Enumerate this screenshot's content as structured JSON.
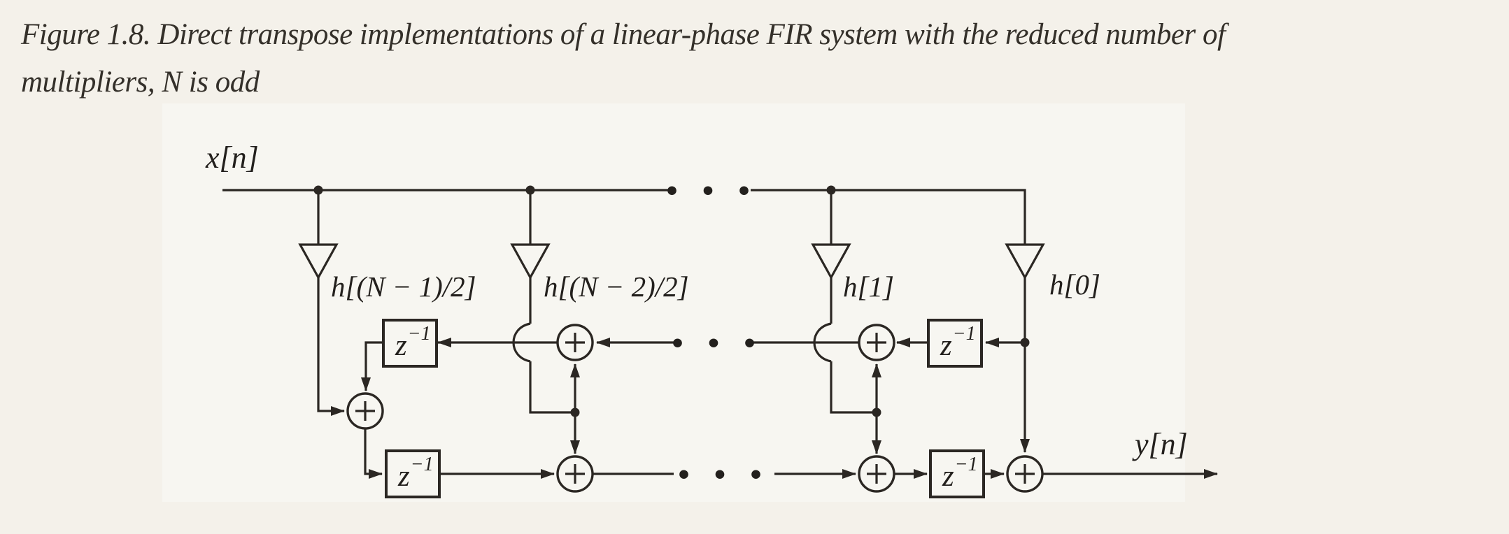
{
  "figure": {
    "caption_line1": "Figure 1.8. Direct transpose implementations of a linear-phase FIR system with the reduced number of",
    "caption_line2": "multipliers, N is odd"
  },
  "diagram": {
    "input_label": "x[n]",
    "output_label": "y[n]",
    "ellipsis": "• • •",
    "coefficients": [
      "h[(N − 1)/2]",
      "h[(N − 2)/2]",
      "h[1]",
      "h[0]"
    ],
    "delay": {
      "base": "z",
      "exponent": "−1"
    },
    "colors": {
      "stroke": "#2b2723",
      "page_background": "#f4f1ea",
      "panel_background": "#f7f6f1",
      "caption_text": "#34302a"
    }
  }
}
